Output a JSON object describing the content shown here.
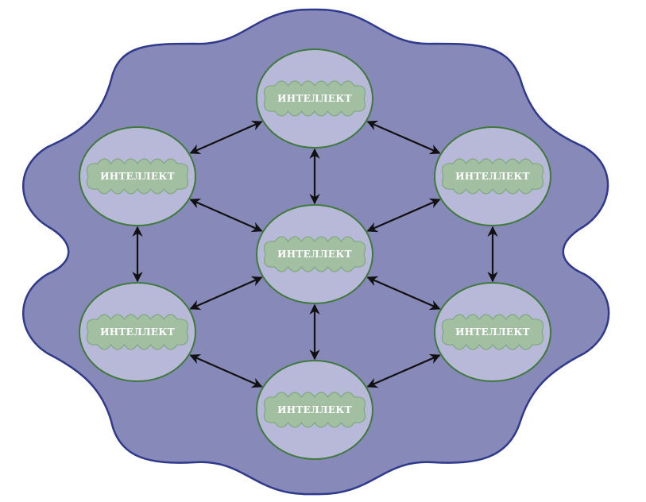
{
  "colors": {
    "background_blob_fill": "#8789b8",
    "background_blob_stroke": "#2f3a8c",
    "node_fill": "#b8b9d8",
    "node_stroke": "#3f7a3c",
    "cloud_fill": "#a3bfa2",
    "cloud_stroke": "#7ea880",
    "label_color": "#ffffff",
    "arrow_color": "#111111"
  },
  "icons": {
    "node_background": "cloud-icon",
    "connector": "bidirectional-arrow-icon"
  },
  "nodes": [
    {
      "id": "top",
      "label": "ИНТЕЛЛЕКТ"
    },
    {
      "id": "upper-left",
      "label": "ИНТЕЛЛЕКТ"
    },
    {
      "id": "upper-right",
      "label": "ИНТЕЛЛЕКТ"
    },
    {
      "id": "center",
      "label": "ИНТЕЛЛЕКТ"
    },
    {
      "id": "lower-left",
      "label": "ИНТЕЛЛЕКТ"
    },
    {
      "id": "lower-right",
      "label": "ИНТЕЛЛЕКТ"
    },
    {
      "id": "bottom",
      "label": "ИНТЕЛЛЕКТ"
    }
  ],
  "connections": [
    {
      "from": "top",
      "to": "upper-left"
    },
    {
      "from": "top",
      "to": "upper-right"
    },
    {
      "from": "top",
      "to": "center"
    },
    {
      "from": "upper-left",
      "to": "center"
    },
    {
      "from": "upper-right",
      "to": "center"
    },
    {
      "from": "upper-left",
      "to": "lower-left"
    },
    {
      "from": "upper-right",
      "to": "lower-right"
    },
    {
      "from": "center",
      "to": "lower-left"
    },
    {
      "from": "center",
      "to": "lower-right"
    },
    {
      "from": "center",
      "to": "bottom"
    },
    {
      "from": "lower-left",
      "to": "bottom"
    },
    {
      "from": "lower-right",
      "to": "bottom"
    }
  ]
}
